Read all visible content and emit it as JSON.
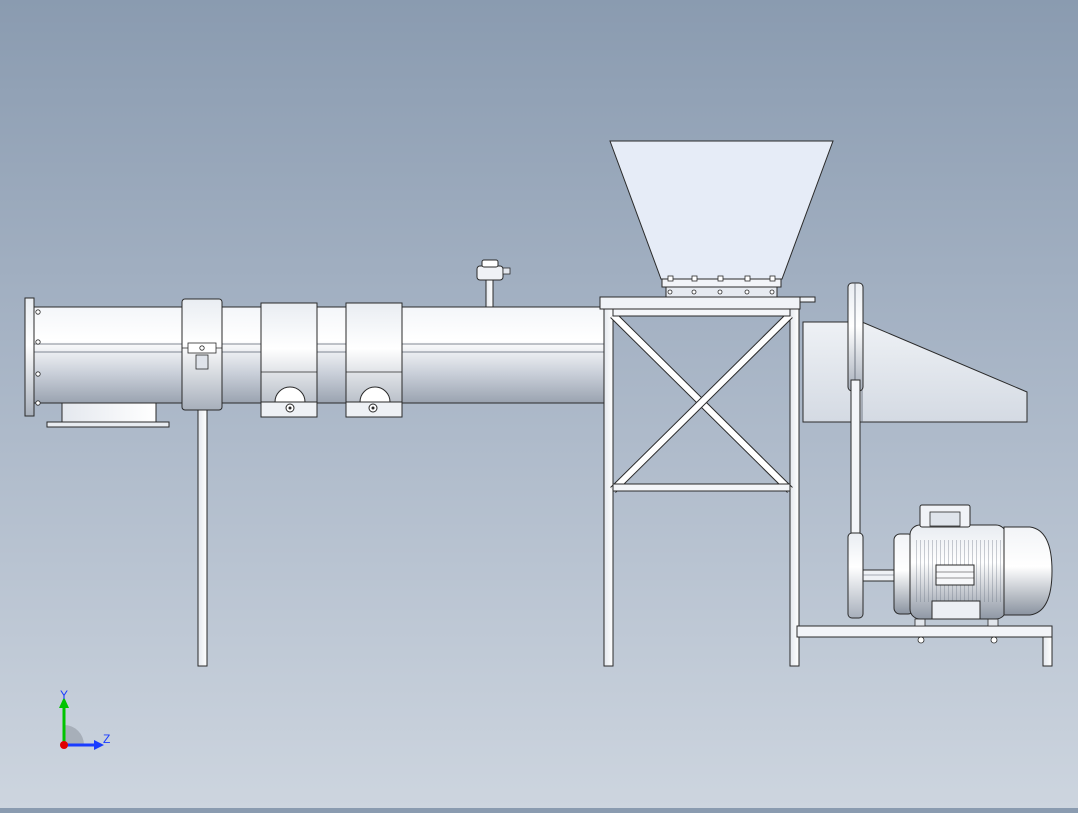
{
  "viewport": {
    "background_top": "#8a9bb0",
    "background_bottom": "#cdd5df"
  },
  "model": {
    "parts": [
      "inlet-flange",
      "inlet-chute",
      "barrel-tube",
      "clamp-ring",
      "heater-band-1",
      "heater-band-2",
      "thermocouple",
      "feed-hopper",
      "hopper-flange",
      "support-frame",
      "gear-housing",
      "belt-pulley-large",
      "drive-belt",
      "belt-pulley-small",
      "electric-motor",
      "motor-base"
    ],
    "colors": {
      "steel": "#d7dce4",
      "outline": "#2a2a2a",
      "hopper": "#e6ecf7"
    }
  },
  "triad": {
    "y_label": "Y",
    "z_label": "Z",
    "y_color": "#00c400",
    "z_color": "#1a3cff",
    "x_color": "#e00000"
  }
}
